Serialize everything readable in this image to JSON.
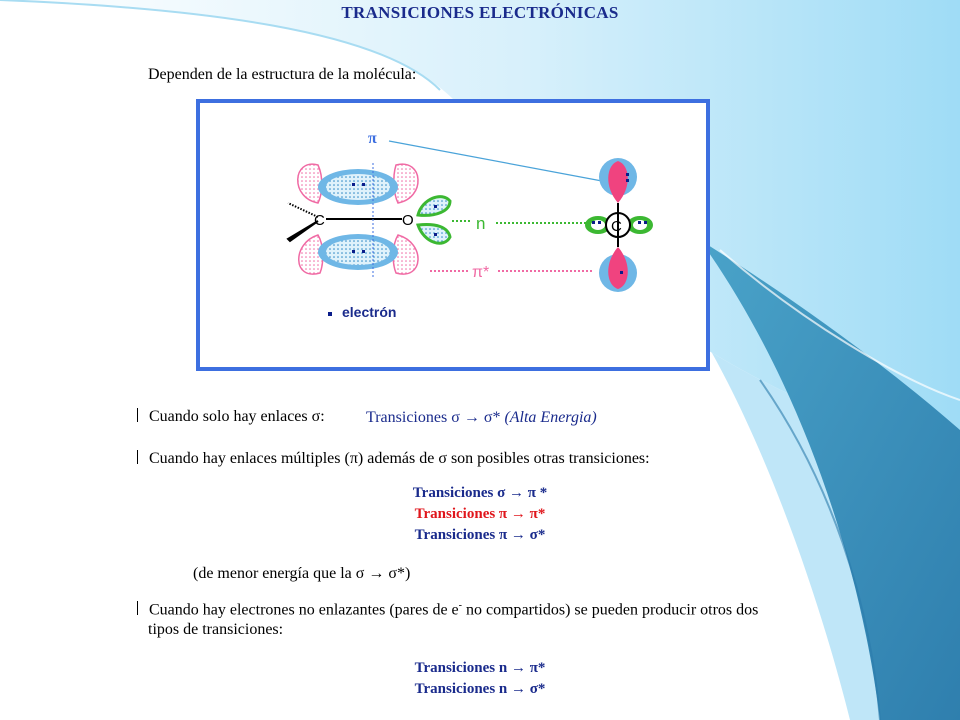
{
  "title": "TRANSICIONES ELECTRÓNICAS",
  "subtitle": "Dependen de la estructura de la molécula:",
  "diagram": {
    "pi_label": "π",
    "n_label": "n",
    "pi_star_label": "π*",
    "c_label": "C",
    "o_label": "O",
    "legend": "electrón",
    "colors": {
      "frame": "#3d6fe0",
      "pi_lobes": "#6fb7e6",
      "pi_star_lobes": "#f06aa4",
      "n_lobes": "#3cb832"
    }
  },
  "bullet1": {
    "text": "Cuando solo hay enlaces σ:",
    "transition": "Transiciones σ → σ*",
    "note": "(Alta Energia)"
  },
  "bullet2": {
    "text": "Cuando hay enlaces múltiples (π) además de σ son posibles otras transiciones:"
  },
  "transitions_multiple": [
    "Transiciones σ → π *",
    "Transiciones π → π*",
    "Transiciones π → σ*"
  ],
  "lower_energy_note": "(de menor energía que la σ → σ*)",
  "bullet3": {
    "line1": "Cuando hay electrones no enlazantes (pares de e",
    "superscript": "-",
    "line1_end": " no compartidos) se pueden producir otros dos",
    "line2": "tipos de transiciones:"
  },
  "transitions_nonbonding": [
    "Transiciones n → π*",
    "Transiciones n → σ*"
  ]
}
